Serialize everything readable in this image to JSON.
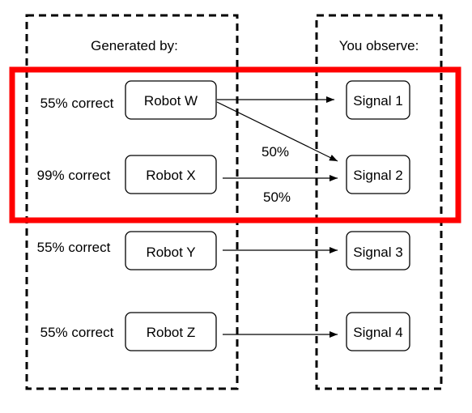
{
  "columns": {
    "generated_by": "Generated by:",
    "you_observe": "You observe:"
  },
  "robots": [
    {
      "name": "Robot W",
      "accuracy": "55% correct"
    },
    {
      "name": "Robot X",
      "accuracy": "99% correct"
    },
    {
      "name": "Robot Y",
      "accuracy": "55% correct"
    },
    {
      "name": "Robot Z",
      "accuracy": "55% correct"
    }
  ],
  "signals": [
    "Signal 1",
    "Signal 2",
    "Signal 3",
    "Signal 4"
  ],
  "edge_labels": {
    "w_to_signal2": "50%",
    "x_to_signal2": "50%"
  },
  "colors": {
    "highlight": "#ff0000",
    "stroke": "#000000",
    "background": "#ffffff"
  }
}
